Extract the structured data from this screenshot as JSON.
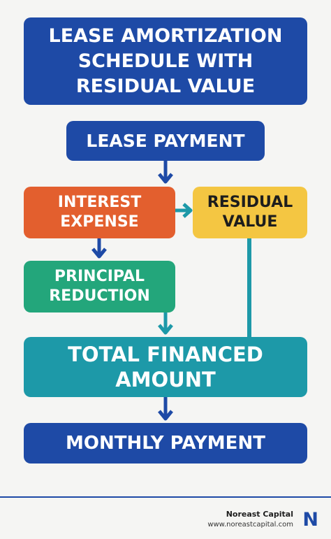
{
  "title": "Lease Amortization Schedule with Residual Value",
  "nodes": {
    "lease_payment": "Lease Payment",
    "interest_expense": "Interest Expense",
    "residual_value": "Residual Value",
    "principal_reduction": "Principal Reduction",
    "total_financed_amount": "Total Financed Amount",
    "monthly_payment": "Monthly Payment"
  },
  "colors": {
    "navy": "#1e4aa6",
    "orange": "#e35f2e",
    "yellow": "#f4c642",
    "green": "#23a67b",
    "teal": "#1d99a8"
  },
  "footer": {
    "brand": "Noreast Capital",
    "url": "www.noreastcapital.com",
    "logo": "N"
  }
}
